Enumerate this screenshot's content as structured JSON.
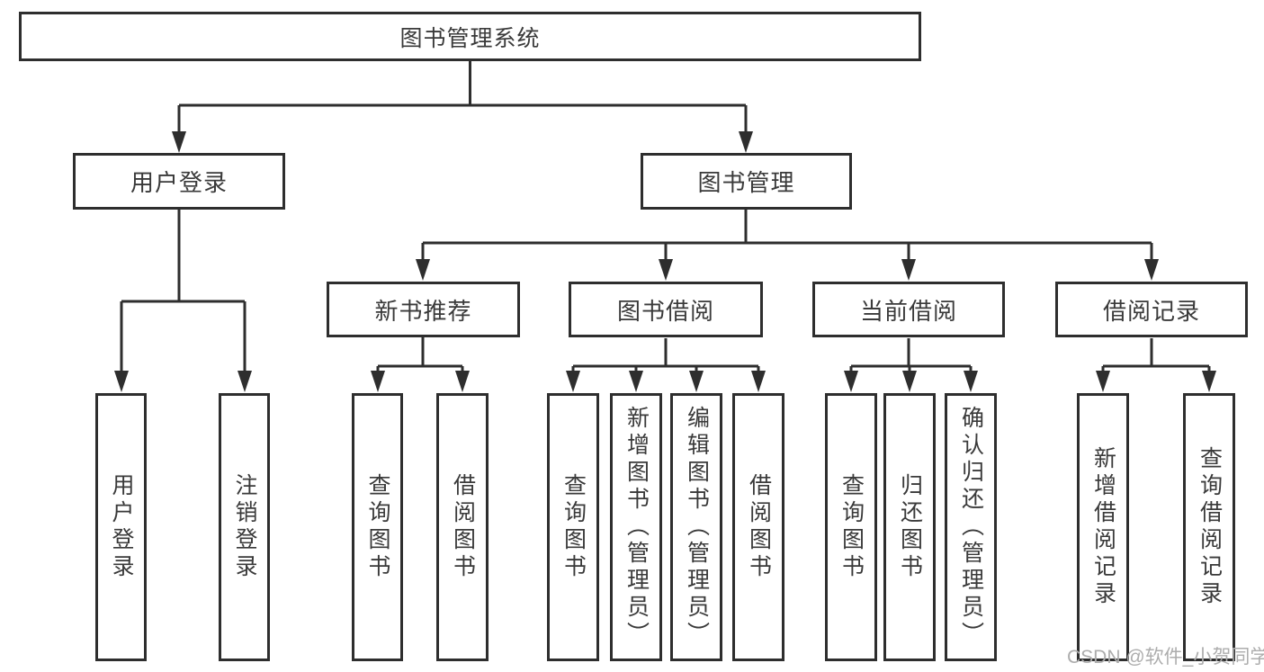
{
  "tree": {
    "root": {
      "label": "图书管理系统"
    },
    "branches": [
      {
        "label": "用户登录",
        "children": [
          {
            "label": "用户登录"
          },
          {
            "label": "注销登录"
          }
        ]
      },
      {
        "label": "图书管理",
        "groups": [
          {
            "label": "新书推荐",
            "children": [
              {
                "label": "查询图书"
              },
              {
                "label": "借阅图书"
              }
            ]
          },
          {
            "label": "图书借阅",
            "children": [
              {
                "label": "查询图书"
              },
              {
                "label": "新增图书（管理员）"
              },
              {
                "label": "编辑图书（管理员）"
              },
              {
                "label": "借阅图书"
              }
            ]
          },
          {
            "label": "当前借阅",
            "children": [
              {
                "label": "查询图书"
              },
              {
                "label": "归还图书"
              },
              {
                "label": "确认归还（管理员）"
              }
            ]
          },
          {
            "label": "借阅记录",
            "children": [
              {
                "label": "新增借阅记录"
              },
              {
                "label": "查询借阅记录"
              }
            ]
          }
        ]
      }
    ]
  },
  "watermark": {
    "text": "CSDN @软件_小贺同学"
  },
  "colors": {
    "line": "#2e2e2e",
    "text": "#3a3a3a",
    "watermark": "#adadad",
    "background": "#ffffff"
  }
}
